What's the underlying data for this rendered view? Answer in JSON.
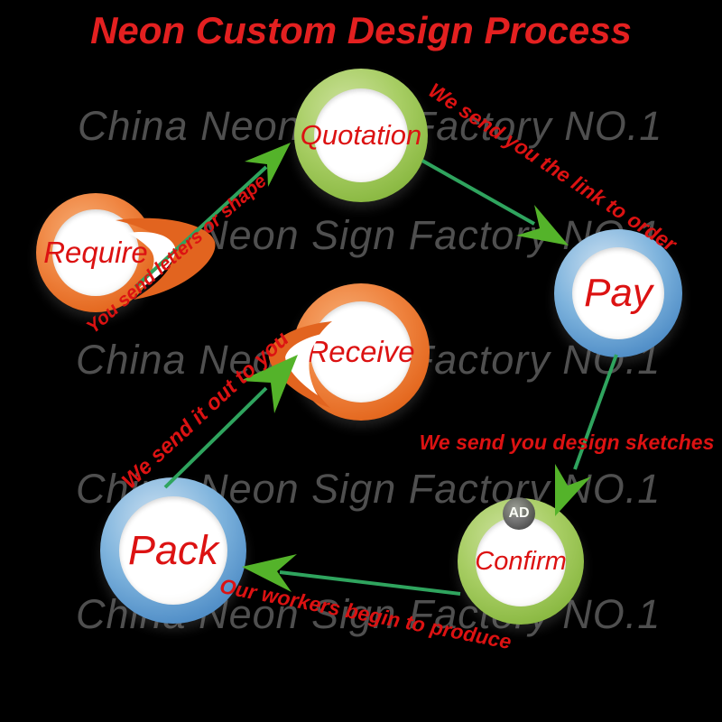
{
  "title": "Neon Custom Design Process",
  "watermark": {
    "text": "China Neon Sign Factory NO.1"
  },
  "colors": {
    "background": "#000000",
    "title_red": "#e32020",
    "label_red": "#dc1212",
    "watermark_gray": "#4f4f4f",
    "arrow_line_green": "#2fa45e",
    "arrowhead_green": "#54b32a",
    "node_green": "#8cba44",
    "node_orange": "#e4681f",
    "node_blue": "#5491c9"
  },
  "nodes": [
    {
      "id": "quotation",
      "label": "Quotation",
      "theme": "green"
    },
    {
      "id": "require",
      "label": "Require",
      "theme": "orange"
    },
    {
      "id": "pay",
      "label": "Pay",
      "theme": "blue"
    },
    {
      "id": "receive",
      "label": "Receive",
      "theme": "orange"
    },
    {
      "id": "confirm",
      "label": "Confirm",
      "theme": "green",
      "badge": "AD"
    },
    {
      "id": "pack",
      "label": "Pack",
      "theme": "blue"
    }
  ],
  "edges": [
    {
      "from": "require",
      "to": "quotation",
      "label": "You send letters or shape"
    },
    {
      "from": "quotation",
      "to": "pay",
      "label": "We send you the link to order"
    },
    {
      "from": "pay",
      "to": "confirm",
      "label": "We send you design sketches"
    },
    {
      "from": "confirm",
      "to": "pack",
      "label": "Our workers begin to produce"
    },
    {
      "from": "pack",
      "to": "receive",
      "label": "We send it out to you"
    }
  ]
}
